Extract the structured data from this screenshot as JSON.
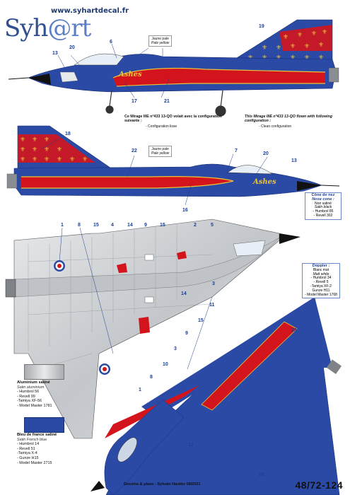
{
  "header": {
    "url": "www.syhartdecal.fr",
    "logo_part1": "Syh",
    "logo_part2": "@rt"
  },
  "colors": {
    "french_blue": "#2a4aa6",
    "red": "#d4141c",
    "gold": "#e8c33a",
    "aluminium": "#c9ccd0",
    "black": "#111111"
  },
  "labels": {
    "pale_yellow_fr": "Jaune pale",
    "pale_yellow_en": "Pale yellow",
    "ashes": "Ashes"
  },
  "config": {
    "fr_title": "Ce Mirage IIIE n°433 13-QO volait avec la configuration suivante :",
    "fr_item": "- Configuration lisse",
    "en_title": "This Mirage IIIE n°433 13-QO flown with following configuration :",
    "en_item": "- Clean configuration"
  },
  "nose_cone": {
    "title_fr": "Cône de nez",
    "title_en": "Nose cone :",
    "lines": [
      "Noir satiné",
      "Satin black",
      "- Humbrol 85",
      "- Revell 302"
    ]
  },
  "doppler": {
    "title": "Doppler :",
    "lines": [
      "Blanc mat",
      "Matt white",
      "- Humbrol 34",
      "- Revell 5",
      "-Tamiya XF-2",
      "Gunze H11",
      "- Model Master 1768"
    ]
  },
  "swatches": [
    {
      "title": "Aluminium satiné",
      "subtitle": "Satin aluminium",
      "lines": [
        "- Humbrol 56",
        "- Revell 99",
        "-Tamiya XF-56",
        "- Model Master 1781"
      ]
    },
    {
      "title": "Bleu de france satiné",
      "subtitle": "Satin French blue",
      "lines": [
        "- Humbrol 14",
        "- Revell 51",
        "-Tamiya X-4",
        "- Gunze H15",
        "- Model Master 2715"
      ]
    }
  ],
  "numbers": {
    "side1": [
      "19",
      "20",
      "6",
      "13",
      "17",
      "21"
    ],
    "side2": [
      "18",
      "22",
      "7",
      "20",
      "13",
      "16"
    ],
    "bottom": [
      "1",
      "8",
      "15",
      "4",
      "14",
      "9",
      "15",
      "2",
      "5",
      "3",
      "11",
      "14",
      "15",
      "9",
      "3",
      "10",
      "8",
      "1"
    ],
    "top": [
      "23",
      "12",
      "24"
    ]
  },
  "footer": {
    "credit": "Dessins & plans : Sylvain Hautier 08/2021",
    "ref": "48/72-124"
  }
}
